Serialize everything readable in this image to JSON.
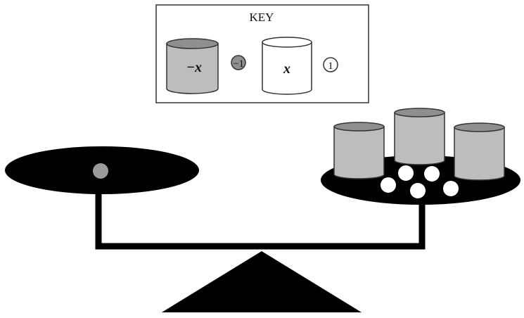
{
  "key": {
    "title": "KEY",
    "negative_x_label": "−x",
    "negative_one_label": "−1",
    "x_label": "x",
    "one_label": "1"
  },
  "scale": {
    "left_pan": {
      "negative_x_tiles": 0,
      "negative_one_tiles": 1,
      "x_tiles": 0,
      "one_tiles": 0
    },
    "right_pan": {
      "negative_x_tiles": 3,
      "negative_one_tiles": 0,
      "x_tiles": 0,
      "one_tiles": 5
    }
  },
  "colors": {
    "negative": "#bdbdbd",
    "negative_top": "#8f8f8f",
    "positive": "#ffffff",
    "pan": "#000000"
  }
}
